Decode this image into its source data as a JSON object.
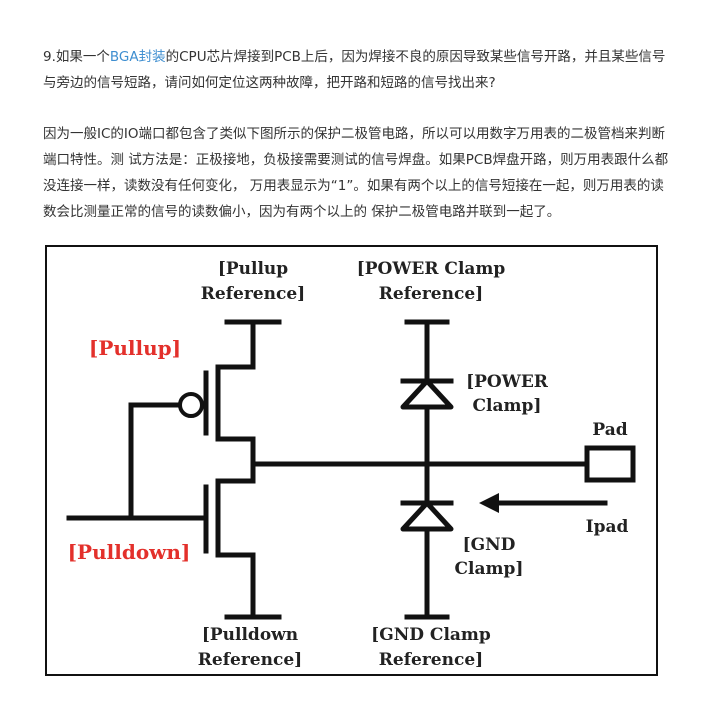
{
  "question": {
    "prefix": "9.如果一个",
    "link": "BGA封装",
    "suffix": "的CPU芯片焊接到PCB上后，因为焊接不良的原因导致某些信号开路，并且某些信号与旁边的信号短路，请问如何定位这两种故障，把开路和短路的信号找出来?"
  },
  "answer": "因为一般IC的IO端口都包含了类似下图所示的保护二极管电路，所以可以用数字万用表的二极管档来判断端口特性。测 试方法是：正极接地，负极接需要测试的信号焊盘。如果PCB焊盘开路，则万用表跟什么都没连接一样，读数没有任何变化， 万用表显示为“1”。如果有两个以上的信号短接在一起，则万用表的读数会比测量正常的信号的读数偏小，因为有两个以上的 保护二极管电路并联到一起了。",
  "diagram": {
    "pullup_ref_1": "[Pullup",
    "pullup_ref_2": "Reference]",
    "power_ref_1": "[POWER Clamp",
    "power_ref_2": "Reference]",
    "pullup": "[Pullup]",
    "power_clamp_1": "[POWER",
    "power_clamp_2": "Clamp]",
    "pad": "Pad",
    "ipad": "Ipad",
    "pulldown": "[Pulldown]",
    "gnd_clamp_1": "[GND",
    "gnd_clamp_2": "Clamp]",
    "pulldown_ref_1": "[Pulldown",
    "pulldown_ref_2": "Reference]",
    "gnd_ref_1": "[GND Clamp",
    "gnd_ref_2": "Reference]",
    "label_red": "#e3302b"
  }
}
